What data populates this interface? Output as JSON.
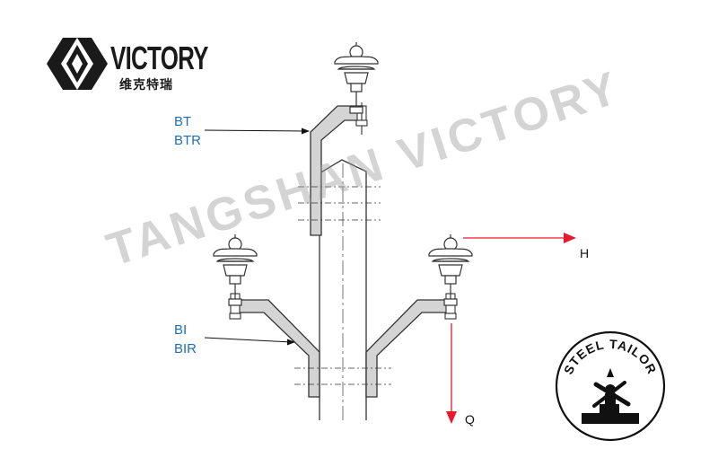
{
  "brand": {
    "name": "VICTORY",
    "name_cn": "维克特瑞"
  },
  "watermark": "TANGSHAN VICTORY",
  "labels": {
    "top_bracket": [
      "BT",
      "BTR"
    ],
    "lower_bracket": [
      "BI",
      "BIR"
    ],
    "horizontal_load": "H",
    "vertical_load": "Q"
  },
  "badge": {
    "text": "STEEL TAILOR"
  },
  "colors": {
    "callout_text": "#1f6fb5",
    "load_arrow": "#e8192c",
    "bracket_fill": "#d4d4d4",
    "outline": "#333333"
  }
}
